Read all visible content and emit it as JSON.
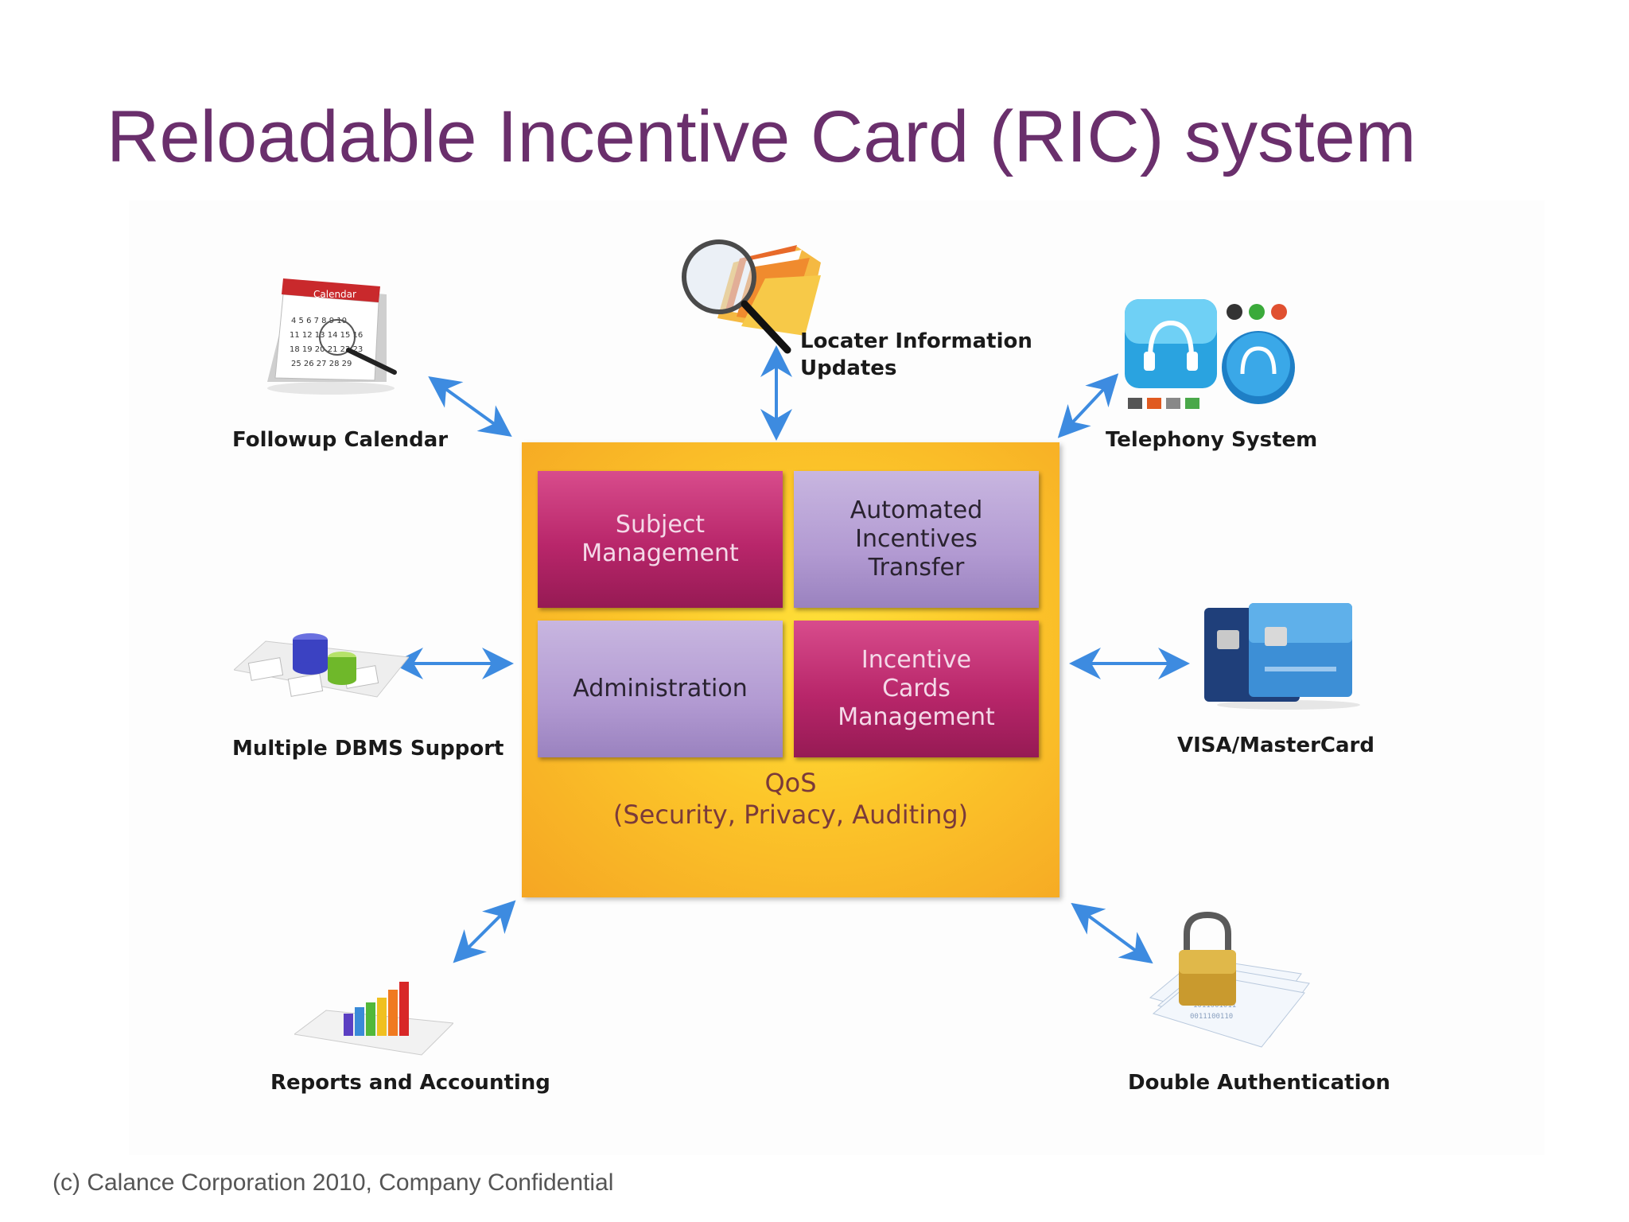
{
  "slide": {
    "title": "Reloadable Incentive Card (RIC) system",
    "footer": "(c) Calance Corporation 2010, Company Confidential"
  },
  "core": {
    "tiles": [
      {
        "label": "Subject\nManagement",
        "style": "magenta"
      },
      {
        "label": "Automated\nIncentives\nTransfer",
        "style": "lilac"
      },
      {
        "label": "Administration",
        "style": "lilac"
      },
      {
        "label": "Incentive\nCards\nManagement",
        "style": "magenta"
      }
    ],
    "qos_line1": "QoS",
    "qos_line2": "(Security, Privacy, Auditing)"
  },
  "satellites": {
    "followup_calendar": "Followup Calendar",
    "calendar_header": "Calendar",
    "locater_line1": "Locater Information",
    "locater_line2": "Updates",
    "telephony": "Telephony System",
    "dbms": "Multiple DBMS Support",
    "cards": "VISA/MasterCard",
    "reports": "Reports and Accounting",
    "auth": "Double Authentication"
  },
  "colors": {
    "title": "#6a2f6c",
    "arrow": "#3d8be0",
    "magenta_tile": "#b8266a",
    "lilac_tile": "#b29ad2",
    "core_gold": "#fcc62a"
  }
}
